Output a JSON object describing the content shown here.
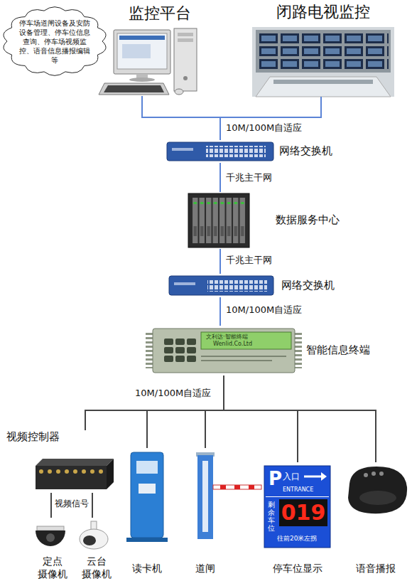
{
  "diagram": {
    "nodes": [
      {
        "text": [
          "监控平台"
        ]
      },
      {
        "text": [
          "闭路电视监控"
        ]
      },
      {
        "text": [
          "停车场道闸设备及安防设备管理、停车位信息查询、停车场视频监控、语音信息播报编辑等"
        ]
      },
      {
        "text": [
          "网络交换机"
        ]
      },
      {
        "text": [
          "数据服务中心"
        ]
      },
      {
        "text": [
          "网络交换机"
        ]
      },
      {
        "text": [
          "智能信息终端"
        ]
      },
      {
        "text": [
          "视频控制器"
        ]
      },
      {
        "text": [
          "定点 摄像机"
        ]
      },
      {
        "text": [
          "云台 摄像机"
        ]
      },
      {
        "text": [
          "读卡机"
        ]
      },
      {
        "text": [
          "道闸"
        ]
      },
      {
        "text": [
          "停车位显示"
        ]
      },
      {
        "text": [
          "语音播报"
        ]
      }
    ],
    "edges": [
      {
        "from": 0,
        "to": 3,
        "arrow": "none",
        "label": "10M/100M自适应"
      },
      {
        "from": 1,
        "to": 3,
        "arrow": "none"
      },
      {
        "from": 3,
        "to": 4,
        "arrow": "none",
        "label": "千兆主干网"
      },
      {
        "from": 4,
        "to": 5,
        "arrow": "none",
        "label": "千兆主干网"
      },
      {
        "from": 5,
        "to": 6,
        "arrow": "none",
        "label": "10M/100M自适应"
      },
      {
        "from": 6,
        "to": 7,
        "arrow": "none",
        "label": "10M/100M自适应"
      },
      {
        "from": 6,
        "to": 10,
        "arrow": "none"
      },
      {
        "from": 6,
        "to": 11,
        "arrow": "none"
      },
      {
        "from": 6,
        "to": 12,
        "arrow": "none"
      },
      {
        "from": 6,
        "to": 13,
        "arrow": "none"
      },
      {
        "from": 7,
        "to": 8,
        "arrow": "none",
        "label": "视频信号"
      },
      {
        "from": 7,
        "to": 9,
        "arrow": "none"
      }
    ],
    "labels": [
      "P",
      "入口",
      "ENTRANCE",
      "剩余车位",
      "019",
      "往前20米左拐",
      "文利达·智能终端",
      "Wenlid.Co.Ltd"
    ]
  }
}
